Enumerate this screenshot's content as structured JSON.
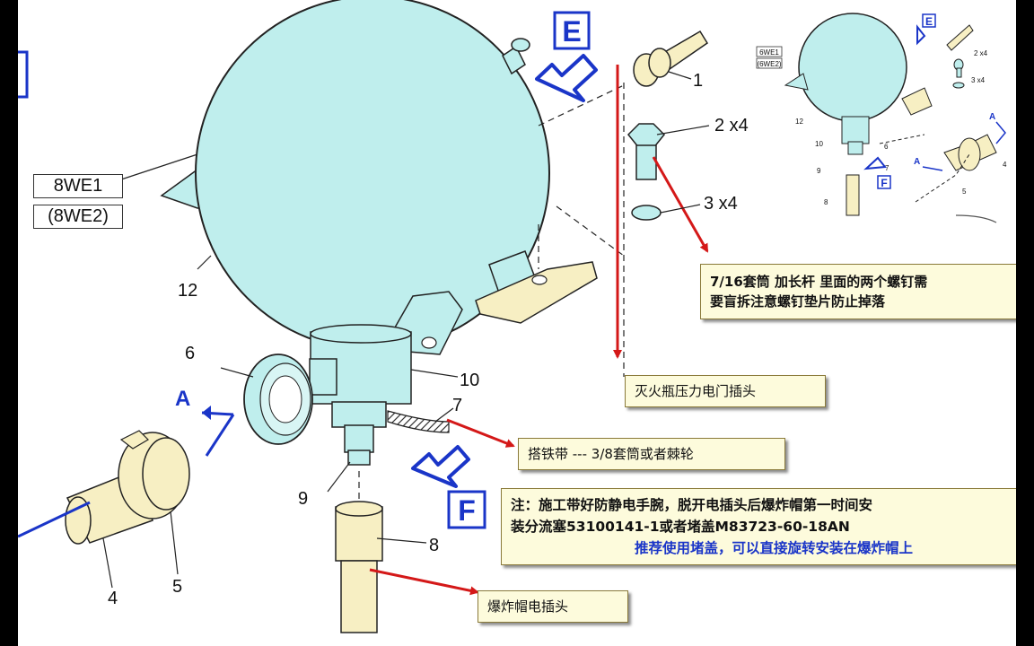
{
  "view_letters": {
    "e": "E",
    "f": "F",
    "a": "A"
  },
  "refs": {
    "r1": "8WE1",
    "r2": "(8WE2)"
  },
  "callouts": {
    "c1": "1",
    "c2": "2 x4",
    "c3": "3 x4",
    "c4": "4",
    "c5": "5",
    "c6": "6",
    "c7": "7",
    "c8": "8",
    "c9": "9",
    "c10": "10",
    "c12": "12"
  },
  "notes": {
    "socket": {
      "line1": "7/16套筒 加长杆 里面的两个螺钉需",
      "line2": "要盲拆注意螺钉垫片防止掉落"
    },
    "connector": "灭火瓶压力电门插头",
    "strap": "搭铁带  --- 3/8套筒或者棘轮",
    "caution": {
      "line1": "注：施工带好防静电手腕，脱开电插头后爆炸帽第一时间安",
      "line2": "装分流塞53100141-1或者堵盖M83723-60-18AN",
      "line3": "推荐使用堵盖，可以直接旋转安装在爆炸帽上"
    },
    "squib": "爆炸帽电插头"
  },
  "inset": {
    "refs": {
      "r1": "6WE1",
      "r2": "(6WE2)"
    },
    "callouts": {
      "c2": "2 x4",
      "c3": "3 x4",
      "c4": "4",
      "c5": "5",
      "c6": "6",
      "c7": "7",
      "c8": "8",
      "c9": "9",
      "c10": "10",
      "c12": "12"
    }
  },
  "colors": {
    "bottle": "#bfeeed",
    "cap": "#f7efc3",
    "arrow": "#d41818",
    "view_letter": "#1a35c8",
    "outline": "#222222"
  }
}
